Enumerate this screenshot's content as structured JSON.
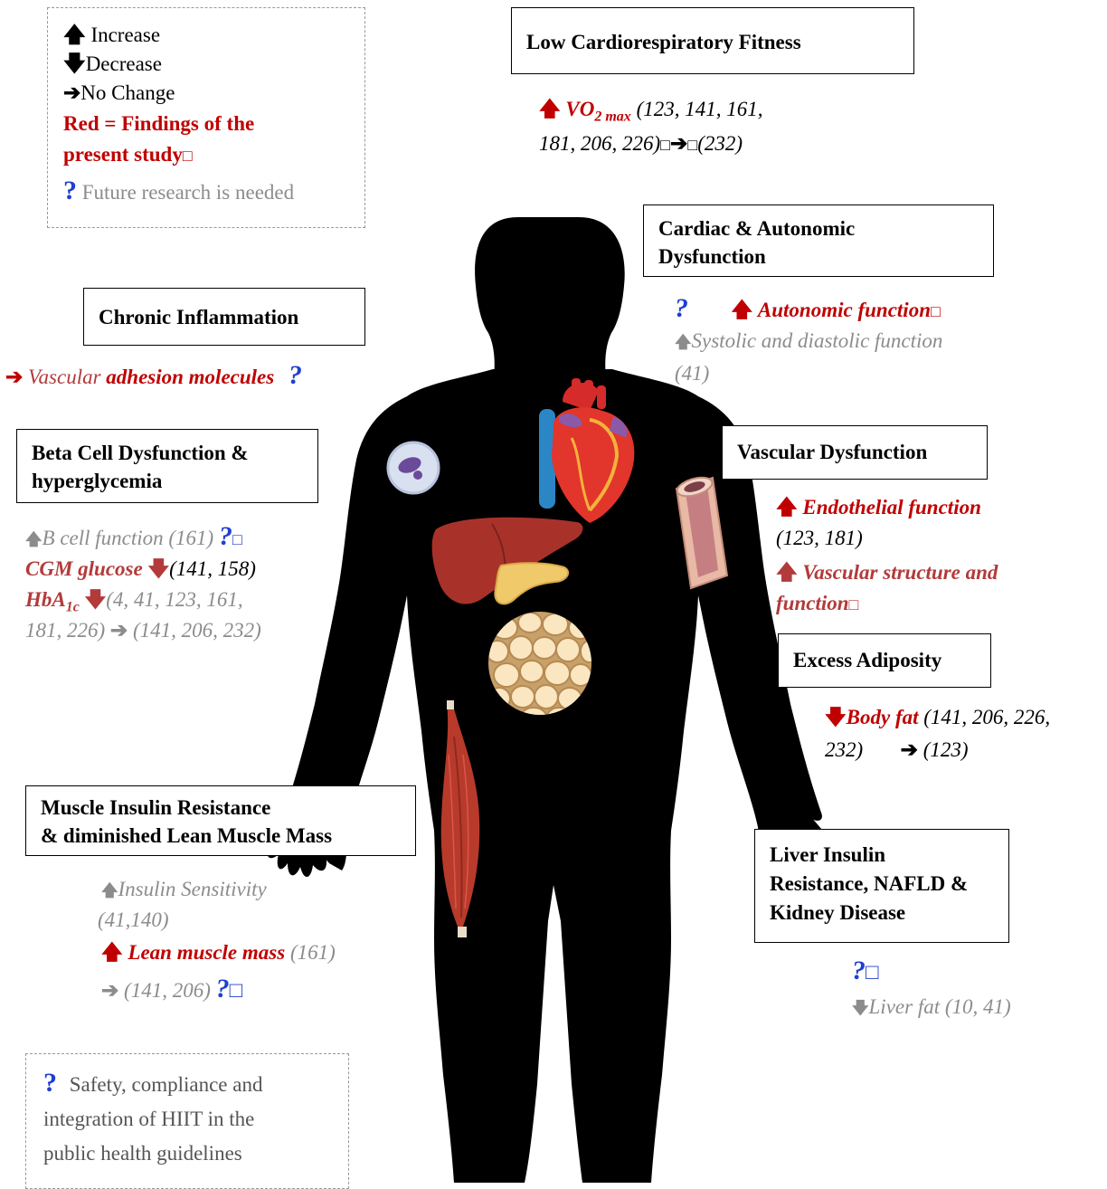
{
  "legend": {
    "increase": "Increase",
    "decrease": "Decrease",
    "no_change": "No Change",
    "red_line1": "Red = Findings of the",
    "red_line2": "present study",
    "question": "?",
    "future": "Future research is needed"
  },
  "low_fitness": {
    "title": "Low Cardiorespiratory Fitness",
    "vo2": "VO",
    "vo2_sub": "2 max",
    "refs1": "(123, 141, 161,",
    "refs2": "181, 206, 226)",
    "refs3": "(232)"
  },
  "cardiac": {
    "title1": "Cardiac & Autonomic",
    "title2": "Dysfunction",
    "q": "?",
    "autonomic": "Autonomic function",
    "systolic": "Systolic and diastolic function",
    "refs": "(41)"
  },
  "inflammation": {
    "title": "Chronic Inflammation",
    "vascular_a": "Vascular",
    "vascular_b": "adhesion molecules",
    "q": "?"
  },
  "beta": {
    "title1": "Beta Cell Dysfunction &",
    "title2": "hyperglycemia",
    "bcell": "B cell function (161)",
    "q": "?",
    "cgm": "CGM glucose",
    "cgm_refs": "(141, 158)",
    "hba": "HbA",
    "hba_sub": "1c",
    "hba_refs1": "(4, 41, 123, 161,",
    "hba_refs2": "181, 226)",
    "hba_refs3": "(141, 206, 232)"
  },
  "vascular": {
    "title": "Vascular Dysfunction",
    "endothelial": "Endothelial function",
    "endo_refs": "(123, 181)",
    "structure1": "Vascular structure and",
    "structure2": "function"
  },
  "adiposity": {
    "title": "Excess Adiposity",
    "body_fat": "Body fat",
    "refs1": "(141, 206, 226,",
    "refs2": "232)",
    "refs3": "(123)"
  },
  "muscle": {
    "title1": "Muscle Insulin Resistance",
    "title2": "& diminished Lean Muscle Mass",
    "sensitivity": "Insulin Sensitivity",
    "sens_refs": "(41,140)",
    "lean": "Lean muscle mass",
    "lean_refs": "(161)",
    "nochange_refs": "(141, 206)",
    "q": "?"
  },
  "liver": {
    "title1": "Liver Insulin",
    "title2": "Resistance, NAFLD &",
    "title3": "Kidney Disease",
    "q": "?",
    "liver_fat": "Liver fat (10, 41)"
  },
  "safety": {
    "q": "?",
    "line1": "Safety, compliance and",
    "line2": "integration of HIIT in the",
    "line3": "public health guidelines"
  },
  "colors": {
    "red": "#c00000",
    "dark_red": "#b33a3a",
    "gray": "#8c8c8c",
    "blue": "#1f3fd1"
  },
  "icons": [
    "up-arrow-icon",
    "down-arrow-icon",
    "right-arrow-icon",
    "question-icon",
    "heart-icon",
    "liver-icon",
    "fat-cells-icon",
    "muscle-icon",
    "vessel-icon",
    "immune-cell-icon",
    "body-silhouette"
  ]
}
